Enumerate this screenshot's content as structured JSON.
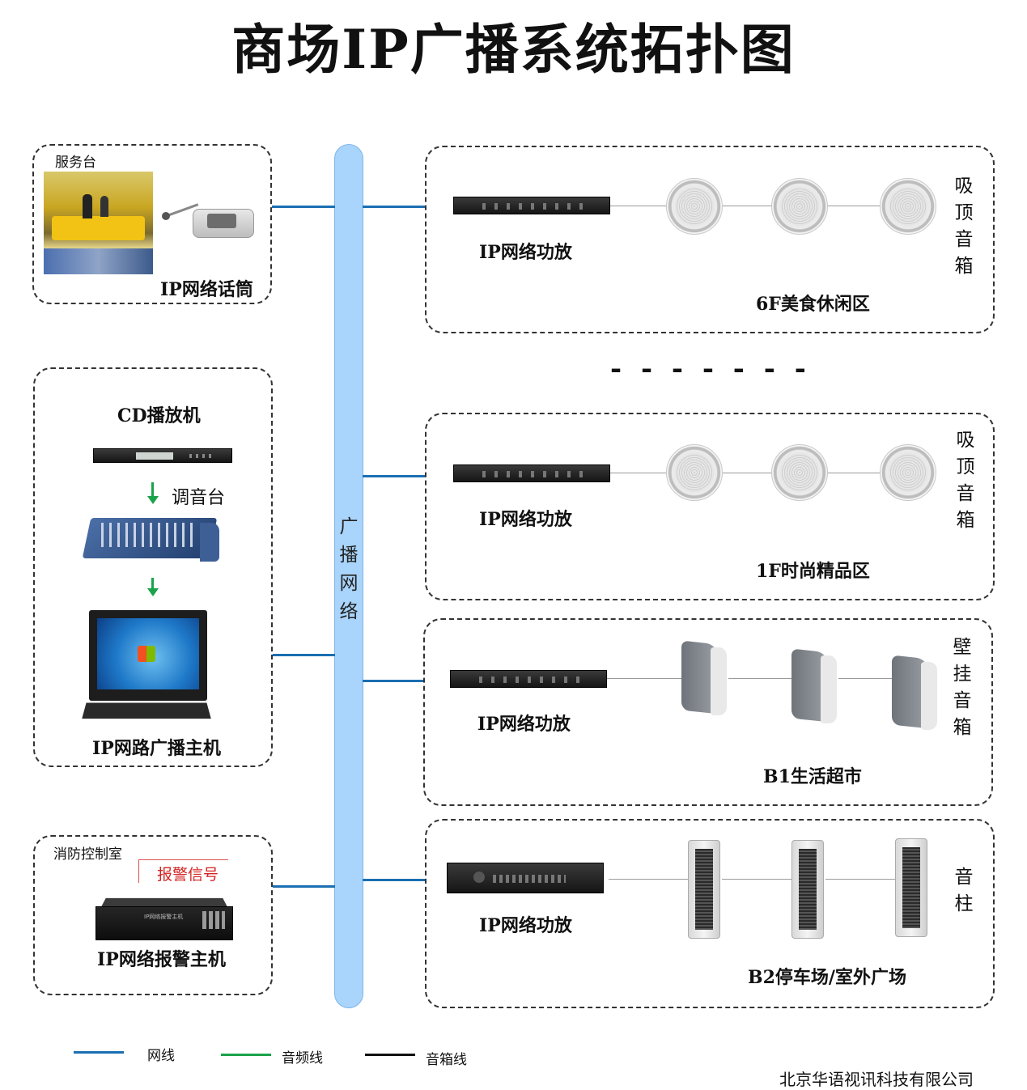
{
  "title": "商场IP广播系统拓扑图",
  "bus": {
    "label": "广播网络",
    "label_chars": [
      "广",
      "播",
      "网",
      "络"
    ]
  },
  "left_groups": {
    "service": {
      "caption": "服务台",
      "device": "IP网络话筒"
    },
    "broadcast": {
      "cd": "CD播放机",
      "mixer": "调音台",
      "host": "IP网路广播主机"
    },
    "fire": {
      "caption": "消防控制室",
      "alarm_signal": "报警信号",
      "panel_text": "IP网络报警主机",
      "device": "IP网络报警主机"
    }
  },
  "zones": [
    {
      "amp_label": "IP网络功放",
      "zone_name": "6F美食休闲区",
      "speaker_type_chars": [
        "吸",
        "顶",
        "音",
        "箱"
      ]
    },
    {
      "amp_label": "IP网络功放",
      "zone_name": "1F时尚精品区",
      "speaker_type_chars": [
        "吸",
        "顶",
        "音",
        "箱"
      ]
    },
    {
      "amp_label": "IP网络功放",
      "zone_name": "B1生活超市",
      "speaker_type_chars": [
        "壁",
        "挂",
        "音",
        "箱"
      ]
    },
    {
      "amp_label": "IP网络功放",
      "zone_name": "B2停车场/室外广场",
      "speaker_type_chars": [
        "音",
        "柱"
      ]
    }
  ],
  "ellipsis": "- - - - - - -",
  "legend": [
    {
      "label": "网线",
      "color": "#1b6fb2"
    },
    {
      "label": "音频线",
      "color": "#1aa34a"
    },
    {
      "label": "音箱线",
      "color": "#111111"
    }
  ],
  "company": "北京华语视讯科技有限公司"
}
